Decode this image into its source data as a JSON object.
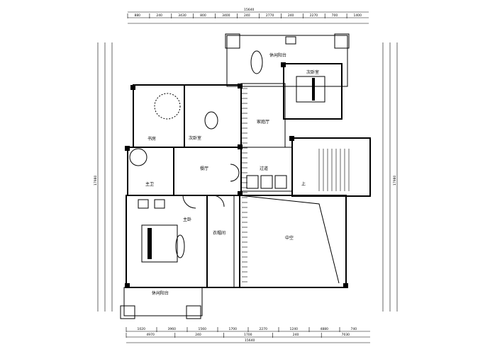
{
  "plan": {
    "rooms": {
      "balcony_top": "休闲阳台",
      "bedroom_secondary": "次卧室",
      "study": "书房",
      "bedroom_guest": "次卧室",
      "family_hall": "家庭厅",
      "hall": "餐厅",
      "corridor": "过道",
      "master_bath": "主卫",
      "master_bedroom": "主卧",
      "closet": "衣帽间",
      "void": "中空",
      "balcony_bottom": "休闲阳台",
      "stair_up": "上"
    },
    "dimensions": {
      "top_total": "15640",
      "bottom_total": "15640",
      "left_total": "17980",
      "right_total": "17980",
      "top_row1": [
        "880",
        "240",
        "3430",
        "800",
        "3400",
        "240",
        "2770",
        "240",
        "2270",
        "700",
        "1400"
      ],
      "bottom_row1": [
        "1020",
        "3960",
        "1560",
        "1700",
        "2270",
        "1240",
        "4880",
        "740"
      ],
      "bottom_row2": [
        "4970",
        "240",
        "1700",
        "240",
        "7030"
      ]
    }
  }
}
